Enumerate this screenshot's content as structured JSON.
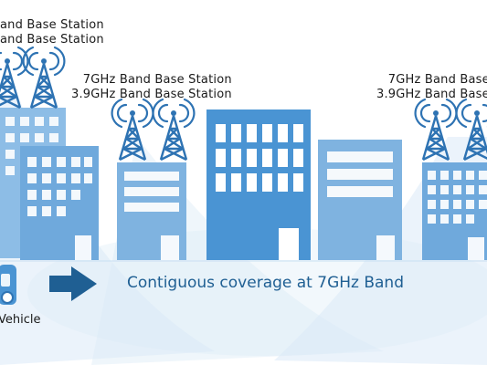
{
  "stations": {
    "left": [
      "and Base Station",
      "and Base Station"
    ],
    "middle": [
      "7GHz Band Base Station",
      "3.9GHz Band Base Station"
    ],
    "right": [
      "7GHz Band Base",
      "3.9GHz Band Base"
    ]
  },
  "coverage_text": "Contiguous coverage at 7GHz Band",
  "vehicle_label": "Vehicle",
  "colors": {
    "building": "#7fb3e0",
    "building_dark": "#4a94d3",
    "window": "#ffffff",
    "coverage": "#dbeaf7",
    "tower": "#2e73b3",
    "arrow": "#1f5f93",
    "headline": "#1f5f93"
  },
  "icons": [
    "antenna-tower-icon",
    "arrow-right-icon",
    "car-icon"
  ]
}
